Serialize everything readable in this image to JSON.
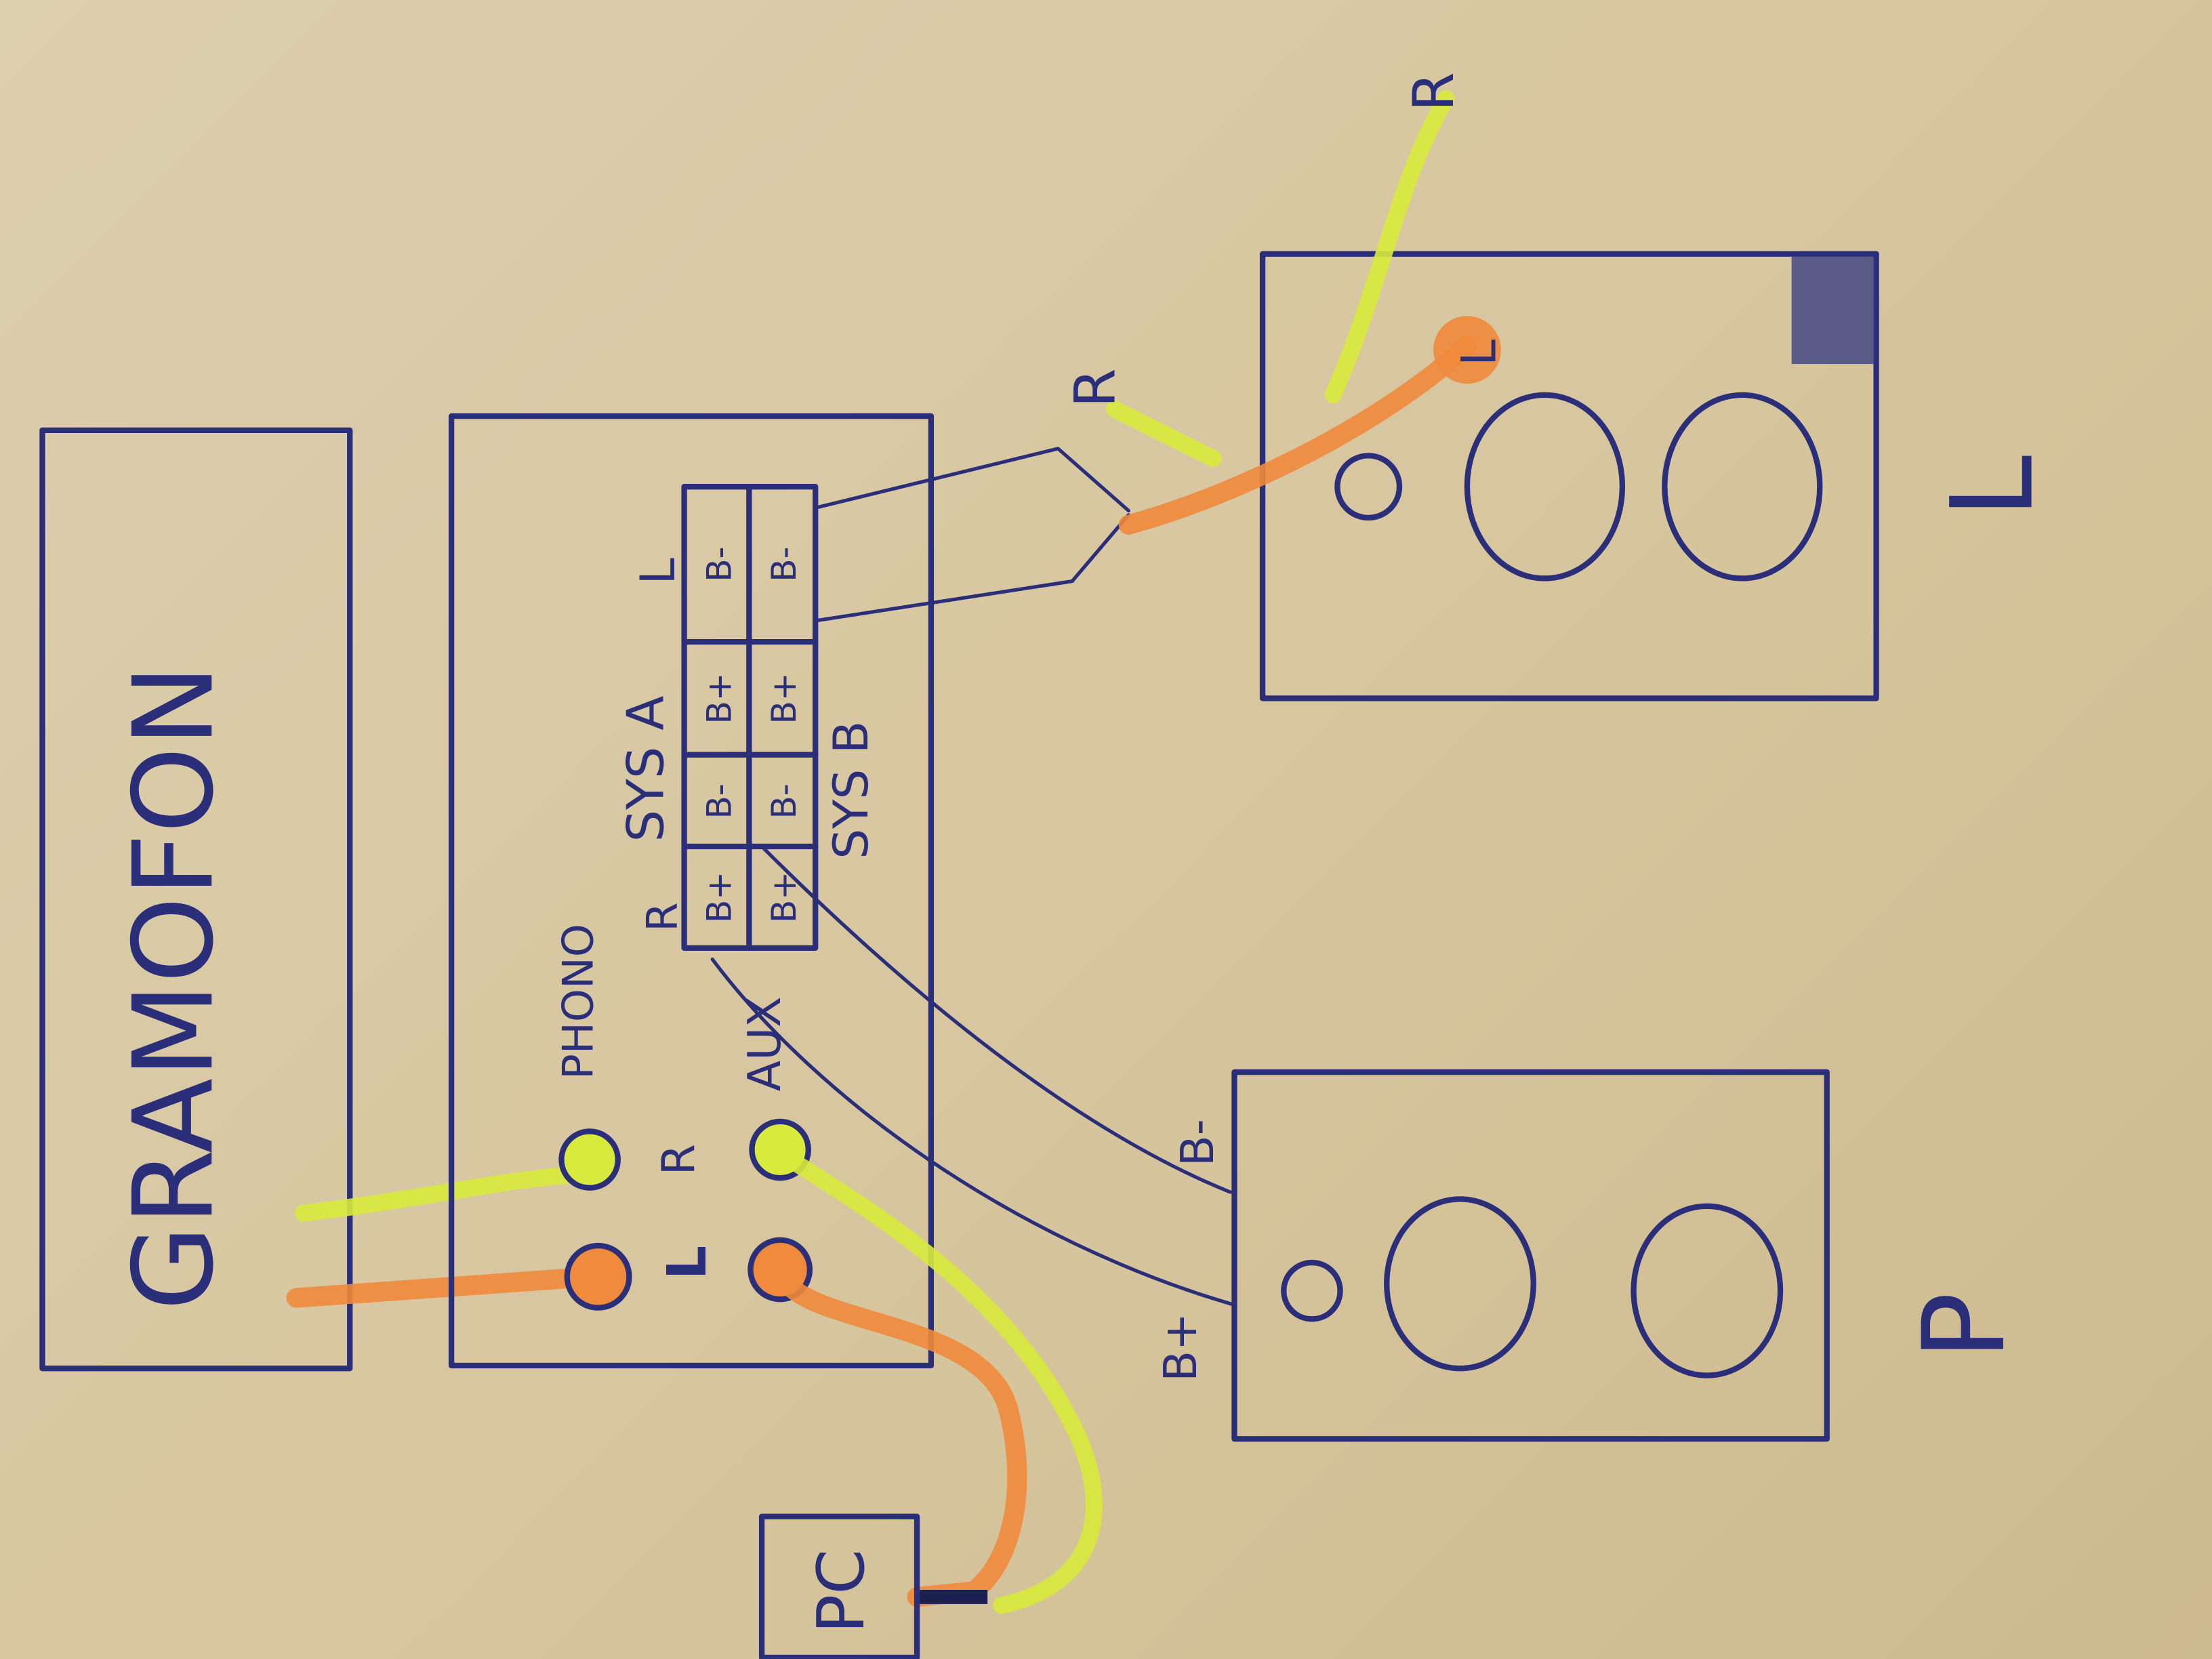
{
  "turntable": {
    "label": "GRAMOFON"
  },
  "amplifier": {
    "inputs": {
      "phono": "PHONO",
      "aux": "AUX",
      "left": "L",
      "right": "R"
    },
    "terminals": {
      "left_label": "L",
      "right_label": "R",
      "sys_a": "SYS A",
      "sys_b": "SYS B",
      "cells_a": [
        "B+",
        "B-",
        "B+",
        "B-"
      ],
      "cells_b": [
        "B+",
        "B-",
        "B+",
        "B-"
      ]
    }
  },
  "speaker_left": {
    "label": "L",
    "wire_left": "L",
    "wire_right": "R",
    "split_right": "R"
  },
  "speaker_right": {
    "label": "P",
    "minus": "B-",
    "plus": "B+"
  },
  "pc": {
    "label": "PC"
  },
  "colors": {
    "ink": "#2b2f7a",
    "orange": "#f08a3c",
    "yellow": "#d8ea3c",
    "paper": "#dccfae"
  }
}
